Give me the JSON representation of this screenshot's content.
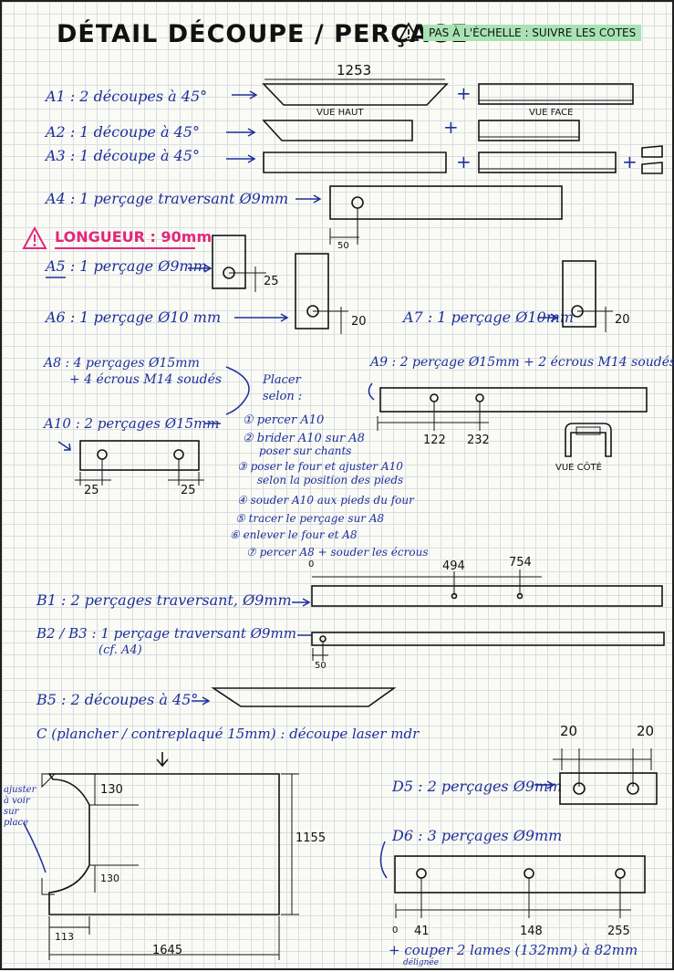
{
  "header": {
    "title": "DÉTAIL DÉCOUPE / PERÇAGE",
    "warning": "PAS À L'ÉCHELLE : SUIVRE LES COTES"
  },
  "A": {
    "a1": "A1 : 2 découpes à 45°",
    "a1_dim": "1253",
    "vue_haut": "VUE HAUT",
    "vue_face": "VUE FACE",
    "a2": "A2 : 1 découpe à 45°",
    "a3": "A3 : 1 découpe à 45°",
    "plus": "+",
    "a4": "A4 : 1 perçage traversant Ø9mm",
    "a4_dim": "50",
    "longueur": "LONGUEUR : 90mm",
    "a5": "A5 : 1 perçage Ø9mm",
    "a5_dim": "25",
    "a6": "A6 : 1 perçage Ø10 mm",
    "a6_dim": "20",
    "a7": "A7 : 1 perçage Ø10mm",
    "a7_dim": "20",
    "a8_1": "A8 : 4 perçages Ø15mm",
    "a8_2": "+ 4 écrous M14 soudés",
    "a9": "A9 : 2 perçage Ø15mm + 2 écrous M14 soudés",
    "a9_dim1": "122",
    "a9_dim2": "232",
    "vue_cote": "VUE CÔTÉ",
    "a10": "A10 : 2 perçages Ø15mm",
    "a10_dim1": "25",
    "a10_dim2": "25"
  },
  "steps": {
    "intro_1": "Placer",
    "intro_2": "selon :",
    "s1": "① percer A10",
    "s2a": "② brider A10 sur A8",
    "s2b": "poser sur chants",
    "s3a": "③ poser le four et ajuster A10",
    "s3b": "selon la position des pieds",
    "s4": "④ souder A10 aux pieds du four",
    "s5": "⑤ tracer le perçage sur A8",
    "s6": "⑥ enlever le four et A8",
    "s7": "⑦ percer A8 + souder les écrous"
  },
  "B": {
    "b1_dim0": "0",
    "b1_dim1": "494",
    "b1_dim2": "754",
    "b1": "B1 : 2 perçages traversant, Ø9mm",
    "b23": "B2 / B3 : 1 perçage traversant Ø9mm",
    "b23_ref": "(cf. A4)",
    "b23_dim": "50",
    "b5": "B5 : 2 découpes à 45°"
  },
  "C": {
    "c": "C (plancher / contreplaqué 15mm) : découpe laser mdr",
    "side_note": "ajuster à voir sur place",
    "dim_130a": "130",
    "dim_130b": "130",
    "dim_1155": "1155",
    "dim_113": "113",
    "dim_1645": "1645"
  },
  "D": {
    "d5_dim1": "20",
    "d5_dim2": "20",
    "d5": "D5 : 2 perçages Ø9mm",
    "d6": "D6 : 3 perçages Ø9mm",
    "d6_dim0": "0",
    "d6_dim1": "41",
    "d6_dim2": "148",
    "d6_dim3": "255",
    "d6_note": "+ couper 2 lames (132mm) à 82mm",
    "d6_note2": "délignée"
  },
  "colors": {
    "ink_blue": "#1d2f9a",
    "accent_pink": "#e3277b",
    "highlight_green": "#a9e3b3"
  }
}
